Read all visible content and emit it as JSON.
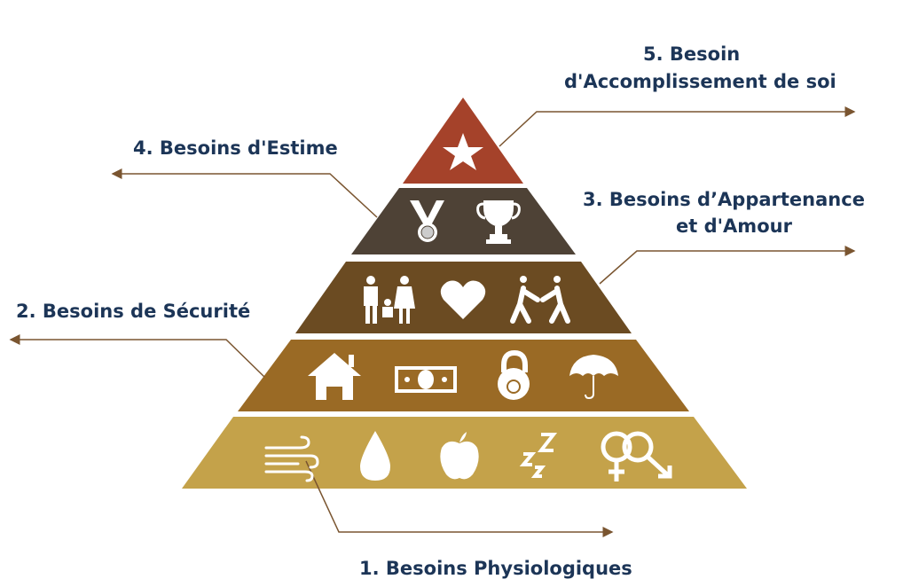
{
  "title": "Pyramide des besoins",
  "levels": [
    {
      "label": "1. Besoins Physiologiques",
      "color": "#c4a24a",
      "icons": [
        "wind-icon",
        "water-drop-icon",
        "apple-icon",
        "sleep-icon",
        "gender-icon"
      ]
    },
    {
      "label": "2. Besoins de Sécurité",
      "color": "#9a6a25",
      "icons": [
        "house-icon",
        "money-icon",
        "padlock-icon",
        "umbrella-icon"
      ]
    },
    {
      "label_line1": "3. Besoins d’Appartenance",
      "label_line2": "et d'Amour",
      "color": "#6b4b22",
      "icons": [
        "family-icon",
        "heart-icon",
        "friends-icon"
      ]
    },
    {
      "label": "4. Besoins d'Estime",
      "color": "#4e4236",
      "icons": [
        "medal-icon",
        "trophy-icon"
      ]
    },
    {
      "label_line1": "5. Besoin",
      "label_line2": "d'Accomplissement de soi",
      "color": "#a5422a",
      "icons": [
        "star-icon"
      ]
    }
  ],
  "colors": {
    "text": "#1c3557",
    "leader_line": "#7a5530"
  }
}
